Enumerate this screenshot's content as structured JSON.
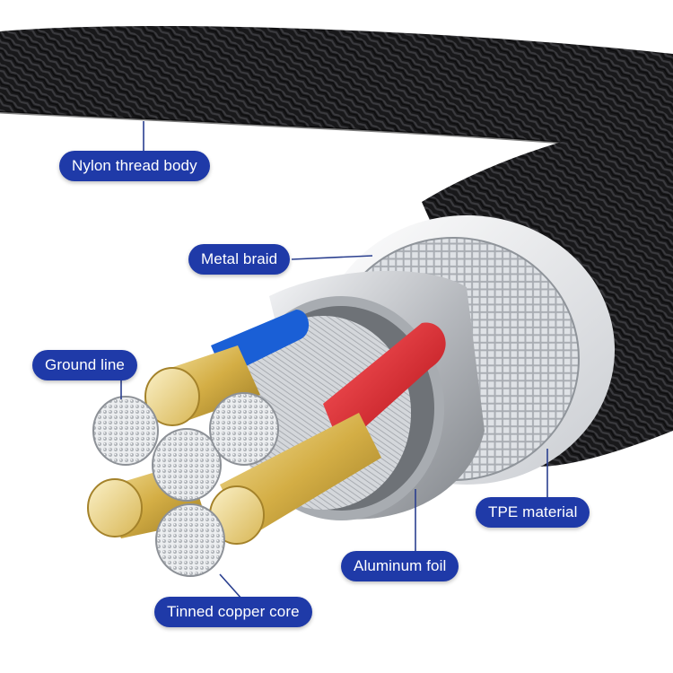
{
  "labels": {
    "nylon_thread_body": "Nylon thread body",
    "metal_braid": "Metal braid",
    "ground_line": "Ground line",
    "tpe_material": "TPE material",
    "aluminum_foil": "Aluminum foil",
    "tinned_copper_core": "Tinned copper core"
  },
  "colors": {
    "callout_fill": "#1f3aa8",
    "callout_text": "#ffffff",
    "leader_line": "#2a3f8f",
    "nylon_jacket": "#1c1c1e",
    "tpe_jacket": "#eef0f2",
    "foil": "#b9bcc1",
    "red_insulation": "#e3141c",
    "blue_insulation": "#1a5fd6",
    "gold_conductor": "#d9b54a",
    "tinned_strand": "#cfd2d6"
  }
}
